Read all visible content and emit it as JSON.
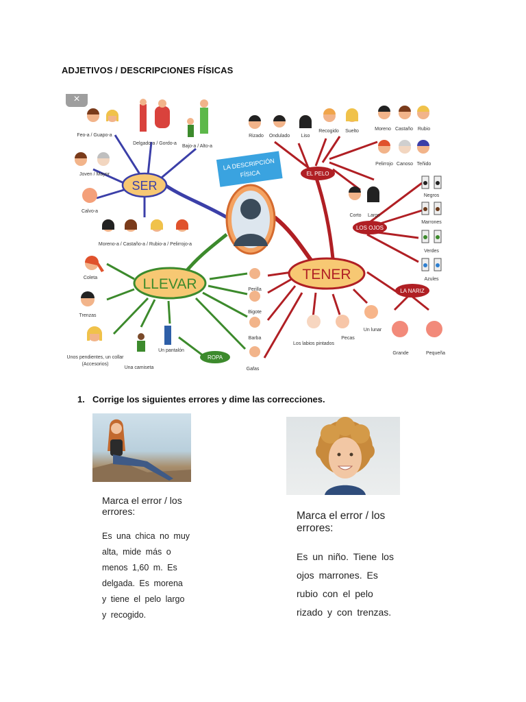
{
  "page": {
    "title": "ADJETIVOS / DESCRIPCIONES FÍSICAS",
    "close_symbol": "×"
  },
  "mindmap": {
    "center": "LA DESCRIPCIÓN FÍSICA",
    "ser": {
      "label": "SER",
      "items": [
        "Feo-a / Guapo-a",
        "Delgado-a / Gordo-a",
        "Bajo-a / Alto-a",
        "Joven / Mayor",
        "Calvo-a",
        "Moreno-a / Castaño-a / Rubio-a / Pelirrojo-a"
      ]
    },
    "llevar": {
      "label": "LLEVAR",
      "items": [
        "Coleta",
        "Trenzas",
        "Unos pendientes, un collar",
        "(Accesorios)",
        "Una camiseta",
        "Un pantalón"
      ],
      "ropa": "ROPA"
    },
    "tener": {
      "label": "TENER",
      "facial_hair": [
        "Perilla",
        "Bigote",
        "Barba",
        "Gafas"
      ],
      "face": [
        "Los labios pintados",
        "Pecas",
        "Un lunar"
      ]
    },
    "pelo": {
      "label": "EL PELO",
      "items": [
        "Rizado",
        "Ondulado",
        "Liso",
        "Recogido",
        "Suelto",
        "Moreno",
        "Castaño",
        "Rubio",
        "Pelirrojo",
        "Canoso",
        "Teñido",
        "Corto",
        "Largo"
      ]
    },
    "ojos": {
      "label": "LOS OJOS",
      "items": [
        "Negros",
        "Marrones",
        "Verdes",
        "Azules"
      ]
    },
    "nariz": {
      "label": "LA NARIZ",
      "items": [
        "Grande",
        "Pequeña"
      ]
    },
    "colors": {
      "ser": "#3b3fa8",
      "llevar": "#3c8a2c",
      "tener": "#b01f24",
      "bubble": "#f7c873"
    }
  },
  "exercise": {
    "number": "1.",
    "instruction": "Corrige los siguientes errores y dime las correcciones.",
    "cards": [
      {
        "title": "Marca el error / los errores:",
        "text": "Es una chica no muy alta, mide más o menos 1,60 m. Es delgada. Es morena y tiene el pelo largo y recogido."
      },
      {
        "title": "Marca el error / los errores:",
        "text": "Es un niño. Tiene los ojos marrones. Es rubio con el pelo rizado y con trenzas."
      }
    ]
  }
}
